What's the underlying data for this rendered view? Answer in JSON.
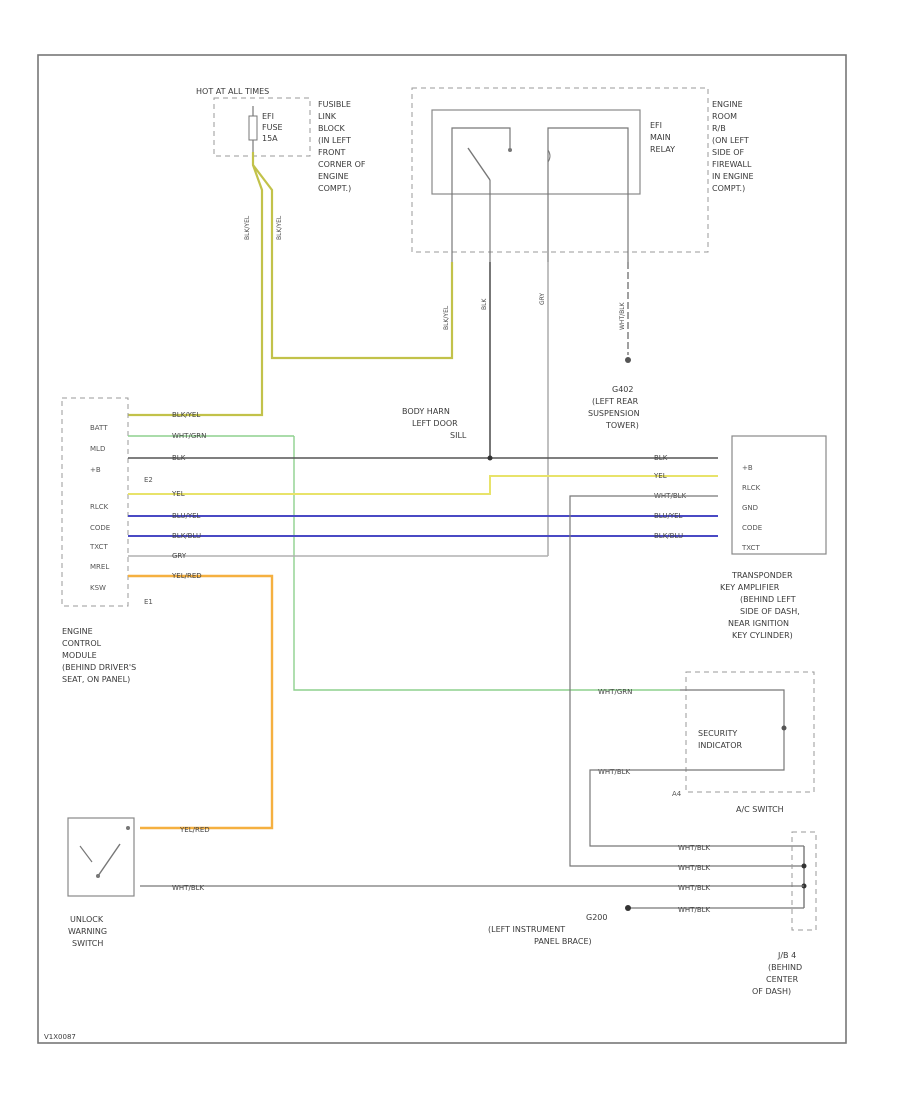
{
  "colors": {
    "black": "#555555",
    "yellow": "#e8e36a",
    "green": "#8ed18e",
    "blue": "#4a4ac4",
    "orange": "#f5b040",
    "gray": "#b0b0b0",
    "olive": "#c2c24a",
    "dashed": "#999999"
  },
  "labels": {
    "hot_at_all_times": "HOT AT ALL TIMES",
    "fuse_line1": "EFI",
    "fuse_line2": "FUSE",
    "fuse_line3": "15A",
    "fusible_link_block": [
      "FUSIBLE",
      "LINK",
      "BLOCK",
      "(IN LEFT",
      "FRONT",
      "CORNER OF",
      "ENGINE",
      "COMPT.)"
    ],
    "efi_main_relay": [
      "EFI",
      "MAIN",
      "RELAY"
    ],
    "engine_room_r_b": [
      "ENGINE",
      "ROOM",
      "R/B",
      "(ON LEFT",
      "SIDE OF",
      "FIREWALL",
      "IN ENGINE",
      "COMPT.)"
    ],
    "g_left_rear": [
      "G402",
      "(LEFT REAR",
      "SUSPENSION",
      "TOWER)"
    ],
    "body_harn": [
      "BODY HARN",
      "LEFT DOOR",
      "SILL"
    ],
    "ecm_pins": [
      "BATT",
      "MLD",
      "+B",
      "E2",
      "RLCK",
      "CODE",
      "TXCT",
      "MREL",
      "KSW",
      "E1"
    ],
    "ecm_wire_labels": [
      "BLK/YEL",
      "WHT/GRN",
      "BLK",
      "",
      "YEL",
      "BLU/YEL",
      "BLK/BLU",
      "GRY",
      "YEL/RED"
    ],
    "ecm_name": [
      "ENGINE",
      "CONTROL",
      "MODULE",
      "(BEHIND DRIVER'S",
      "SEAT, ON PANEL)"
    ],
    "transponder_pins": [
      "+B",
      "RLCK",
      "GND",
      "CODE",
      "TXCT"
    ],
    "transponder_wire_labels": [
      "BLK",
      "YEL",
      "WHT/BLK",
      "BLU/YEL",
      "BLK/BLU"
    ],
    "transponder_name": [
      "TRANSPONDER",
      "KEY AMPLIFIER",
      "(BEHIND LEFT",
      "SIDE OF DASH,",
      "NEAR IGNITION",
      "KEY CYLINDER)"
    ],
    "security_indicator": [
      "SECURITY",
      "INDICATOR"
    ],
    "a_c_switch": "A/C SWITCH",
    "a_c_pin": "A4",
    "jb_name": [
      "J/B 4",
      "(BEHIND",
      "CENTER",
      "OF DASH)"
    ],
    "jb_wire_labels": [
      "WHT/BLK",
      "WHT/BLK",
      "WHT/BLK",
      "WHT/BLK"
    ],
    "g_left_instr": [
      "G200",
      "(LEFT INSTRUMENT",
      "PANEL BRACE)"
    ],
    "unlock_switch": [
      "UNLOCK",
      "WARNING",
      "SWITCH"
    ],
    "unlock_wires": [
      "YEL/RED",
      "WHT/BLK"
    ],
    "ac_wires": [
      "WHT/GRN",
      "WHT/BLK"
    ],
    "vertical_wires": [
      "BLK/YEL",
      "BLK/YEL",
      "BLK/YEL",
      "BLK",
      "GRY",
      "WHT/BLK"
    ],
    "footer_id": "V1X0087"
  }
}
